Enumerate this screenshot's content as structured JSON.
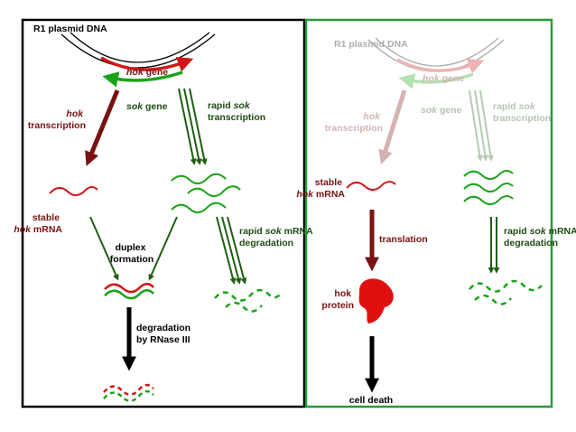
{
  "colors": {
    "dark_red": "#7a1212",
    "red": "#d01717",
    "green": "#19a319",
    "dark_green": "#1f5f12",
    "black": "#000000",
    "left_border": "#000000",
    "right_border": "#2a9a3a",
    "text_green": "#1e4c14"
  },
  "left_panel": {
    "dna_label": "R1 plasmid DNA",
    "hok_gene": {
      "italic": "hok",
      "plain": " gene"
    },
    "sok_gene": {
      "italic": "sok",
      "plain": " gene"
    },
    "hok_transcription": {
      "line1": "hok",
      "line2": "transcription"
    },
    "sok_transcription": {
      "line1_plain": "rapid ",
      "line1_italic": "sok",
      "line2": "transcription"
    },
    "stable_hok": {
      "line1": "stable",
      "line2_italic": "hok",
      "line2_plain": " mRNA"
    },
    "duplex": {
      "line1": "duplex",
      "line2": "formation"
    },
    "sok_degradation": {
      "line1_plain": "rapid ",
      "line1_italic": "sok",
      "line1_tail": " mRNA",
      "line2": "degradation"
    },
    "rnase": {
      "line1": "degradation",
      "line2": "by RNase III"
    }
  },
  "right_panel": {
    "dna_label": "R1 plasmid DNA",
    "hok_gene": {
      "italic": "hok",
      "plain": " gene"
    },
    "sok_gene": {
      "italic": "sok",
      "plain": " gene"
    },
    "hok_transcription": {
      "line1": "hok",
      "line2": "transcription"
    },
    "sok_transcription": {
      "line1_plain": "rapid ",
      "line1_italic": "sok",
      "line2": "transcription"
    },
    "stable_hok": {
      "line1": "stable",
      "line2_italic": "hok",
      "line2_plain": " mRNA"
    },
    "translation": "translation",
    "sok_degradation": {
      "line1_plain": "rapid ",
      "line1_italic": "sok",
      "line1_tail": " mRNA",
      "line2": "degradation"
    },
    "protein": {
      "line1": "hok",
      "line2": "protein"
    },
    "cell_death": "cell death"
  }
}
